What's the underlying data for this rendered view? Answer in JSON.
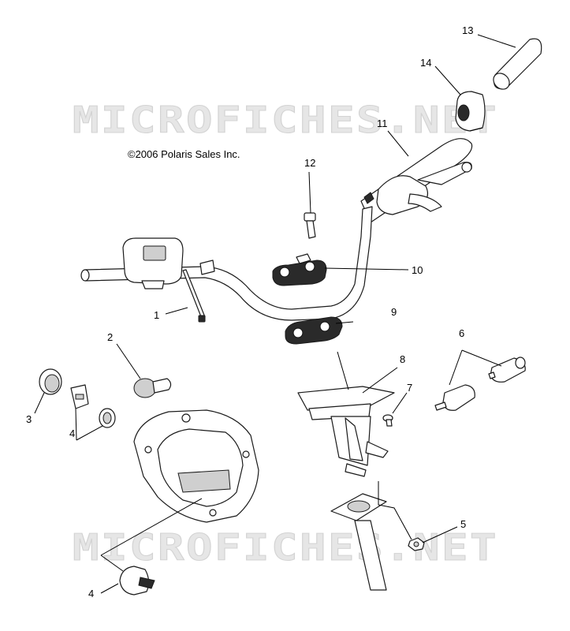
{
  "copyright": "©2006 Polaris Sales Inc.",
  "watermark": "MICROFICHES.NET",
  "callouts": {
    "c1": "1",
    "c2": "2",
    "c3": "3",
    "c4a": "4",
    "c4b": "4",
    "c5": "5",
    "c6": "6",
    "c7": "7",
    "c8": "8",
    "c9": "9",
    "c10": "10",
    "c11": "11",
    "c12": "12",
    "c13": "13",
    "c14": "14"
  }
}
